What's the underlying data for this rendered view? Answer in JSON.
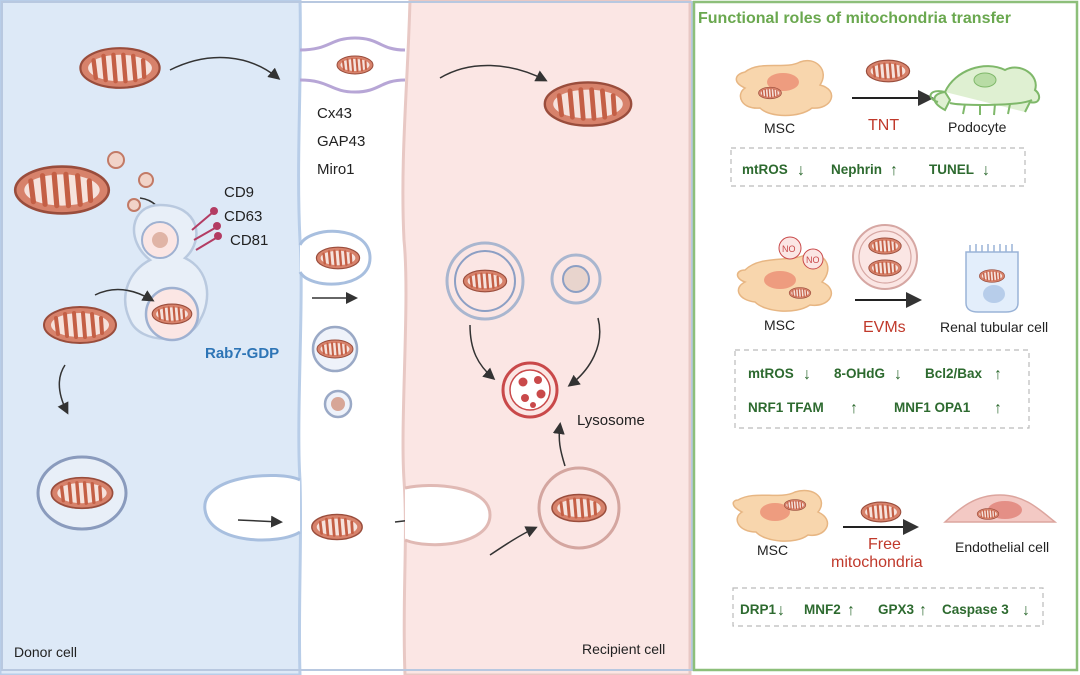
{
  "left_panel": {
    "donor_label": "Donor cell",
    "recipient_label": "Recipient cell",
    "gap_junction_proteins": [
      "Cx43",
      "GAP43",
      "Miro1"
    ],
    "tetraspanins": [
      "CD9",
      "CD63",
      "CD81"
    ],
    "rab_label": "Rab7-GDP",
    "lysosome_label": "Lysosome"
  },
  "right_panel": {
    "title": "Functional roles of mitochondria transfer",
    "rows": [
      {
        "donor": "MSC",
        "route": "TNT",
        "target": "Podocyte",
        "markers": [
          {
            "text": "mtROS",
            "arrow": "↓"
          },
          {
            "text": "Nephrin",
            "arrow": "↑"
          },
          {
            "text": "TUNEL",
            "arrow": "↓"
          }
        ]
      },
      {
        "donor": "MSC",
        "route": "EVMs",
        "target": "Renal tubular cell",
        "no_label": "NO",
        "markers": [
          {
            "text": "mtROS",
            "arrow": "↓"
          },
          {
            "text": "8-OHdG",
            "arrow": "↓"
          },
          {
            "text": "Bcl2/Bax",
            "arrow": "↑"
          },
          {
            "text": "NRF1  TFAM",
            "arrow": "↑"
          },
          {
            "text": "MNF1 OPA1",
            "arrow": "↑"
          }
        ]
      },
      {
        "donor": "MSC",
        "route_line1": "Free",
        "route_line2": "mitochondria",
        "target": "Endothelial cell",
        "markers": [
          {
            "text": "DRP1",
            "arrow": "↓"
          },
          {
            "text": "MNF2",
            "arrow": "↑"
          },
          {
            "text": "GPX3",
            "arrow": "↑"
          },
          {
            "text": "Caspase 3",
            "arrow": "↓"
          }
        ]
      }
    ]
  },
  "colors": {
    "donor_bg": "#dde9f7",
    "recipient_bg": "#fbe6e4",
    "panel_border": "#8dbf7a",
    "title_green": "#6aa84f",
    "marker_green": "#2d6a2f",
    "route_red": "#c0392b",
    "rab_blue": "#2e75b6",
    "mito_fill": "#d7826b",
    "mito_stroke": "#9a4d3c"
  }
}
